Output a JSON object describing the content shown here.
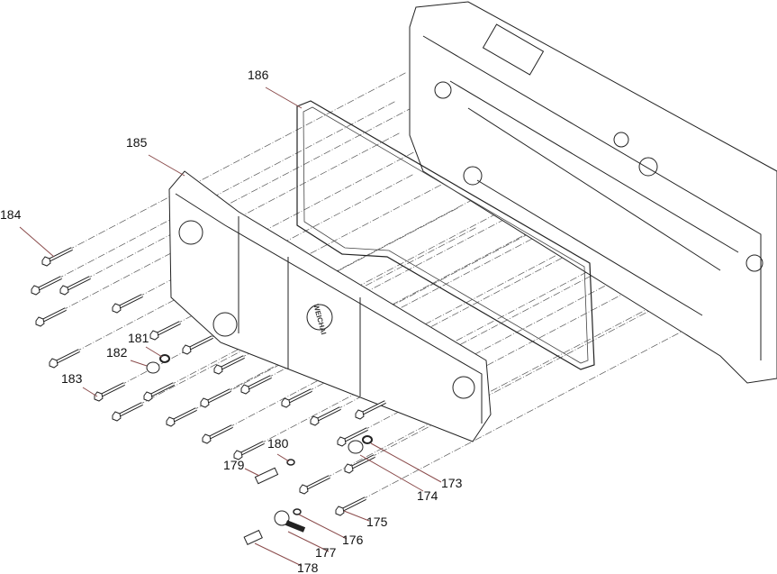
{
  "diagram": {
    "logo_text": "WEICHAI",
    "callouts": [
      {
        "id": "184",
        "label": "184"
      },
      {
        "id": "185",
        "label": "185"
      },
      {
        "id": "186",
        "label": "186"
      },
      {
        "id": "181",
        "label": "181"
      },
      {
        "id": "182",
        "label": "182"
      },
      {
        "id": "183",
        "label": "183"
      },
      {
        "id": "180",
        "label": "180"
      },
      {
        "id": "179",
        "label": "179"
      },
      {
        "id": "173",
        "label": "173"
      },
      {
        "id": "174",
        "label": "174"
      },
      {
        "id": "175",
        "label": "175"
      },
      {
        "id": "176",
        "label": "176"
      },
      {
        "id": "177",
        "label": "177"
      },
      {
        "id": "178",
        "label": "178"
      }
    ]
  }
}
